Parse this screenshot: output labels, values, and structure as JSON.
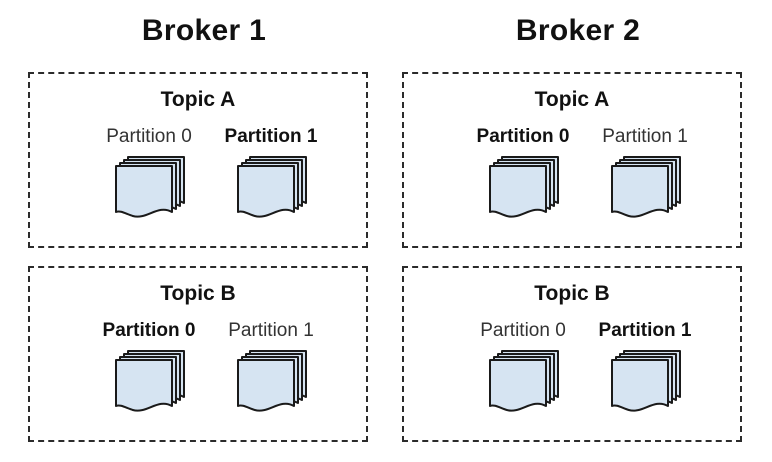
{
  "brokers": [
    {
      "title": "Broker 1",
      "topics": [
        {
          "title": "Topic A",
          "partitions": [
            {
              "label": "Partition 0",
              "bold": false
            },
            {
              "label": "Partition 1",
              "bold": true
            }
          ]
        },
        {
          "title": "Topic B",
          "partitions": [
            {
              "label": "Partition 0",
              "bold": true
            },
            {
              "label": "Partition 1",
              "bold": false
            }
          ]
        }
      ]
    },
    {
      "title": "Broker 2",
      "topics": [
        {
          "title": "Topic A",
          "partitions": [
            {
              "label": "Partition 0",
              "bold": true
            },
            {
              "label": "Partition 1",
              "bold": false
            }
          ]
        },
        {
          "title": "Topic B",
          "partitions": [
            {
              "label": "Partition 0",
              "bold": false
            },
            {
              "label": "Partition 1",
              "bold": true
            }
          ]
        }
      ]
    }
  ],
  "colors": {
    "document_fill": "#d6e4f2",
    "document_stroke": "#1a1a1a",
    "border": "#2b2b2b"
  }
}
